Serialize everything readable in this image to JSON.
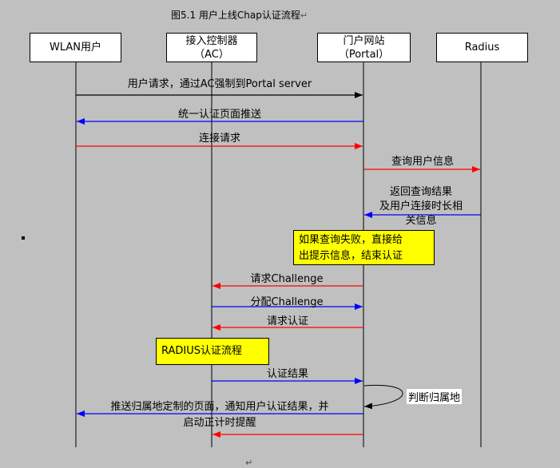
{
  "title": "图5.1 用户上线Chap认证流程",
  "title_mark": "↵",
  "actors": [
    {
      "id": "wlan",
      "lines": [
        "WLAN用户"
      ]
    },
    {
      "id": "ac",
      "lines": [
        "接入控制器",
        "（AC）"
      ]
    },
    {
      "id": "portal",
      "lines": [
        "门户网站",
        "（Portal）"
      ]
    },
    {
      "id": "radius",
      "lines": [
        "Radius"
      ]
    }
  ],
  "messages": [
    {
      "from": "wlan",
      "to": "portal",
      "color": "#000000",
      "label": [
        "用户请求，通过AC强制到Portal server"
      ]
    },
    {
      "from": "portal",
      "to": "wlan",
      "color": "#0000ff",
      "label": [
        "统一认证页面推送"
      ]
    },
    {
      "from": "wlan",
      "to": "portal",
      "color": "#ff0000",
      "label": [
        "连接请求"
      ]
    },
    {
      "from": "portal",
      "to": "radius",
      "color": "#ff0000",
      "label": [
        "查询用户信息"
      ]
    },
    {
      "from": "radius",
      "to": "portal",
      "color": "#0000ff",
      "label": [
        "返回查询结果",
        "及用户连接时长相",
        "关信息"
      ]
    },
    {
      "from": "portal",
      "to": "ac",
      "color": "#ff0000",
      "label": [
        "请求Challenge"
      ]
    },
    {
      "from": "ac",
      "to": "portal",
      "color": "#0000ff",
      "label": [
        "分配Challenge"
      ]
    },
    {
      "from": "portal",
      "to": "ac",
      "color": "#ff0000",
      "label": [
        "请求认证"
      ]
    },
    {
      "from": "ac",
      "to": "portal",
      "color": "#0000ff",
      "label": [
        "认证结果"
      ]
    },
    {
      "from": "portal",
      "to": "wlan",
      "color": "#0000ff",
      "label": [
        "推送归属地定制的页面，通知用户认证结果，并"
      ]
    },
    {
      "from": "portal",
      "to": "ac",
      "color": "#ff0000",
      "label": [
        "启动正计时提醒"
      ]
    }
  ],
  "notes": {
    "query_fail": [
      "如果查询失败，直接给",
      "出提示信息，结束认证"
    ],
    "radius_flow": "RADIUS认证流程",
    "judge": "判断归属地"
  },
  "footer_mark": "↵"
}
